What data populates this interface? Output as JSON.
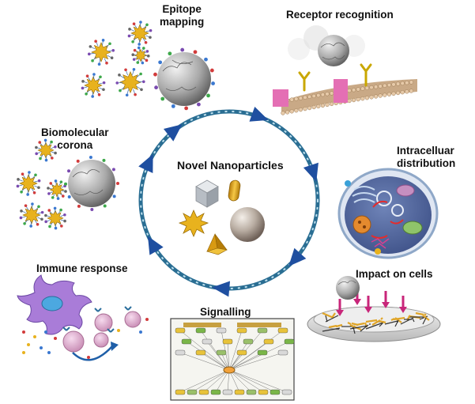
{
  "center_title": "Novel Nanoparticles",
  "stages": [
    {
      "id": "epitope",
      "label": "Epitope\nmapping"
    },
    {
      "id": "receptor",
      "label": "Receptor recognition"
    },
    {
      "id": "corona",
      "label": "Biomolecular\ncorona"
    },
    {
      "id": "intracellular",
      "label": "Intracelluar\ndistribution"
    },
    {
      "id": "immune",
      "label": "Immune response"
    },
    {
      "id": "impact",
      "label": "Impact on cells"
    },
    {
      "id": "signalling",
      "label": "Signalling"
    }
  ],
  "colors": {
    "cycle_ring": "#2a6e93",
    "cycle_arrow": "#1f4fa0",
    "nanoparticle_gold": "#e8b21e",
    "sphere": "#a89a8e",
    "cube": "#c4c9cf",
    "cell_membrane": "#8fa8c8",
    "immune_cell": "#9c6fd0",
    "vesicle": "#d7a3c5"
  }
}
